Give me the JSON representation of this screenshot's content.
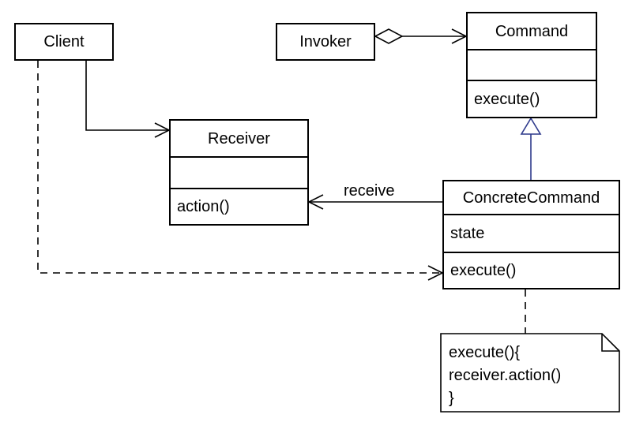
{
  "classes": {
    "client": {
      "name": "Client"
    },
    "invoker": {
      "name": "Invoker"
    },
    "command": {
      "name": "Command",
      "attribute": "",
      "operation": "execute()"
    },
    "receiver": {
      "name": "Receiver",
      "attribute": "",
      "operation": "action()"
    },
    "concrete_command": {
      "name": "ConcreteCommand",
      "attribute": "state",
      "operation": "execute()"
    }
  },
  "relations": {
    "receive_label": "receive"
  },
  "note": {
    "lines": [
      "execute(){",
      "receiver.action()",
      "}"
    ]
  },
  "colors": {
    "line": "#000000",
    "generalization": "#2e3a8c"
  }
}
